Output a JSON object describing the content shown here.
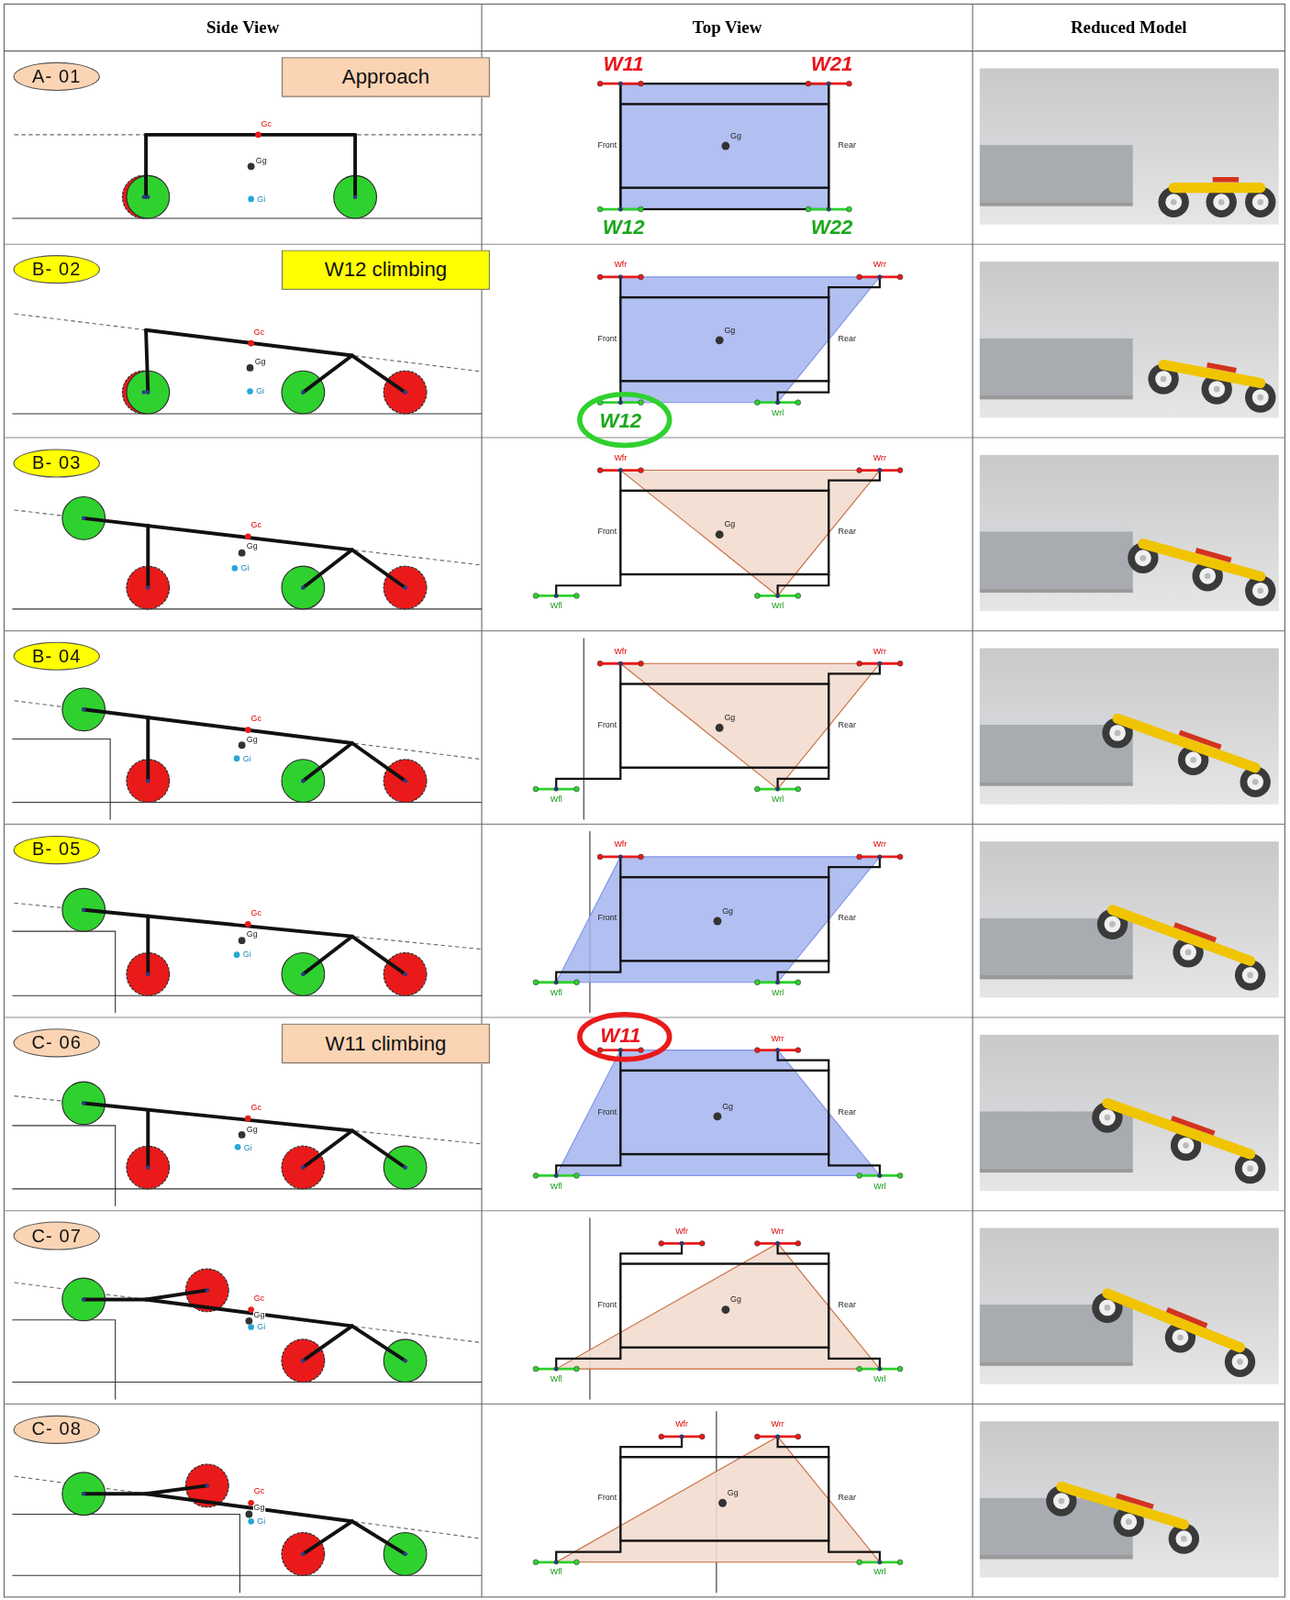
{
  "diagram": {
    "nodes": [
      {
        "text": [
          "Side View"
        ]
      },
      {
        "text": [
          "Top View"
        ]
      },
      {
        "text": [
          "Reduced Model"
        ]
      },
      {
        "text": [
          "A- 01"
        ]
      },
      {
        "text": [
          "Approach"
        ]
      },
      {
        "text": [
          "B- 02"
        ]
      },
      {
        "text": [
          "W12 climbing"
        ]
      },
      {
        "text": [
          "B- 03"
        ]
      },
      {
        "text": [
          "B- 04"
        ]
      },
      {
        "text": [
          "B- 05"
        ]
      },
      {
        "text": [
          "C- 06"
        ]
      },
      {
        "text": [
          "W11 climbing"
        ]
      },
      {
        "text": [
          "C- 07"
        ]
      },
      {
        "text": [
          "C- 08"
        ]
      }
    ],
    "labels": [
      "Gc",
      "Gg",
      "Gi",
      "W11",
      "W21",
      "W12",
      "W22",
      "Front",
      "Rear",
      "Gg",
      "Gc",
      "Gg",
      "Gi",
      "Wfr",
      "Wrr",
      "W12",
      "Wrl",
      "Front",
      "Rear",
      "Gg",
      "Gc",
      "Gg",
      "Gi",
      "Wfr",
      "Wrr",
      "Wfl",
      "Wrl",
      "Front",
      "Rear",
      "Gg",
      "Gc",
      "Gg",
      "Gi",
      "Wfr",
      "Wrr",
      "Wfl",
      "Wrl",
      "Front",
      "Rear",
      "Gg",
      "Gc",
      "Gg",
      "Gi",
      "Wfr",
      "Wrr",
      "Wfl",
      "Wrl",
      "Front",
      "Rear",
      "Gg",
      "Gc",
      "Gg",
      "Gi",
      "W11",
      "Wrr",
      "Wfl",
      "Wrl",
      "Front",
      "Rear",
      "Gg",
      "Gc",
      "Gg",
      "Gi",
      "Wfr",
      "Wrr",
      "Wfl",
      "Wrl",
      "Front",
      "Rear",
      "Gg",
      "Gc",
      "Gg",
      "Gi",
      "Wfr",
      "Wrr",
      "Wfl",
      "Wrl",
      "Front",
      "Rear",
      "Gg"
    ]
  }
}
